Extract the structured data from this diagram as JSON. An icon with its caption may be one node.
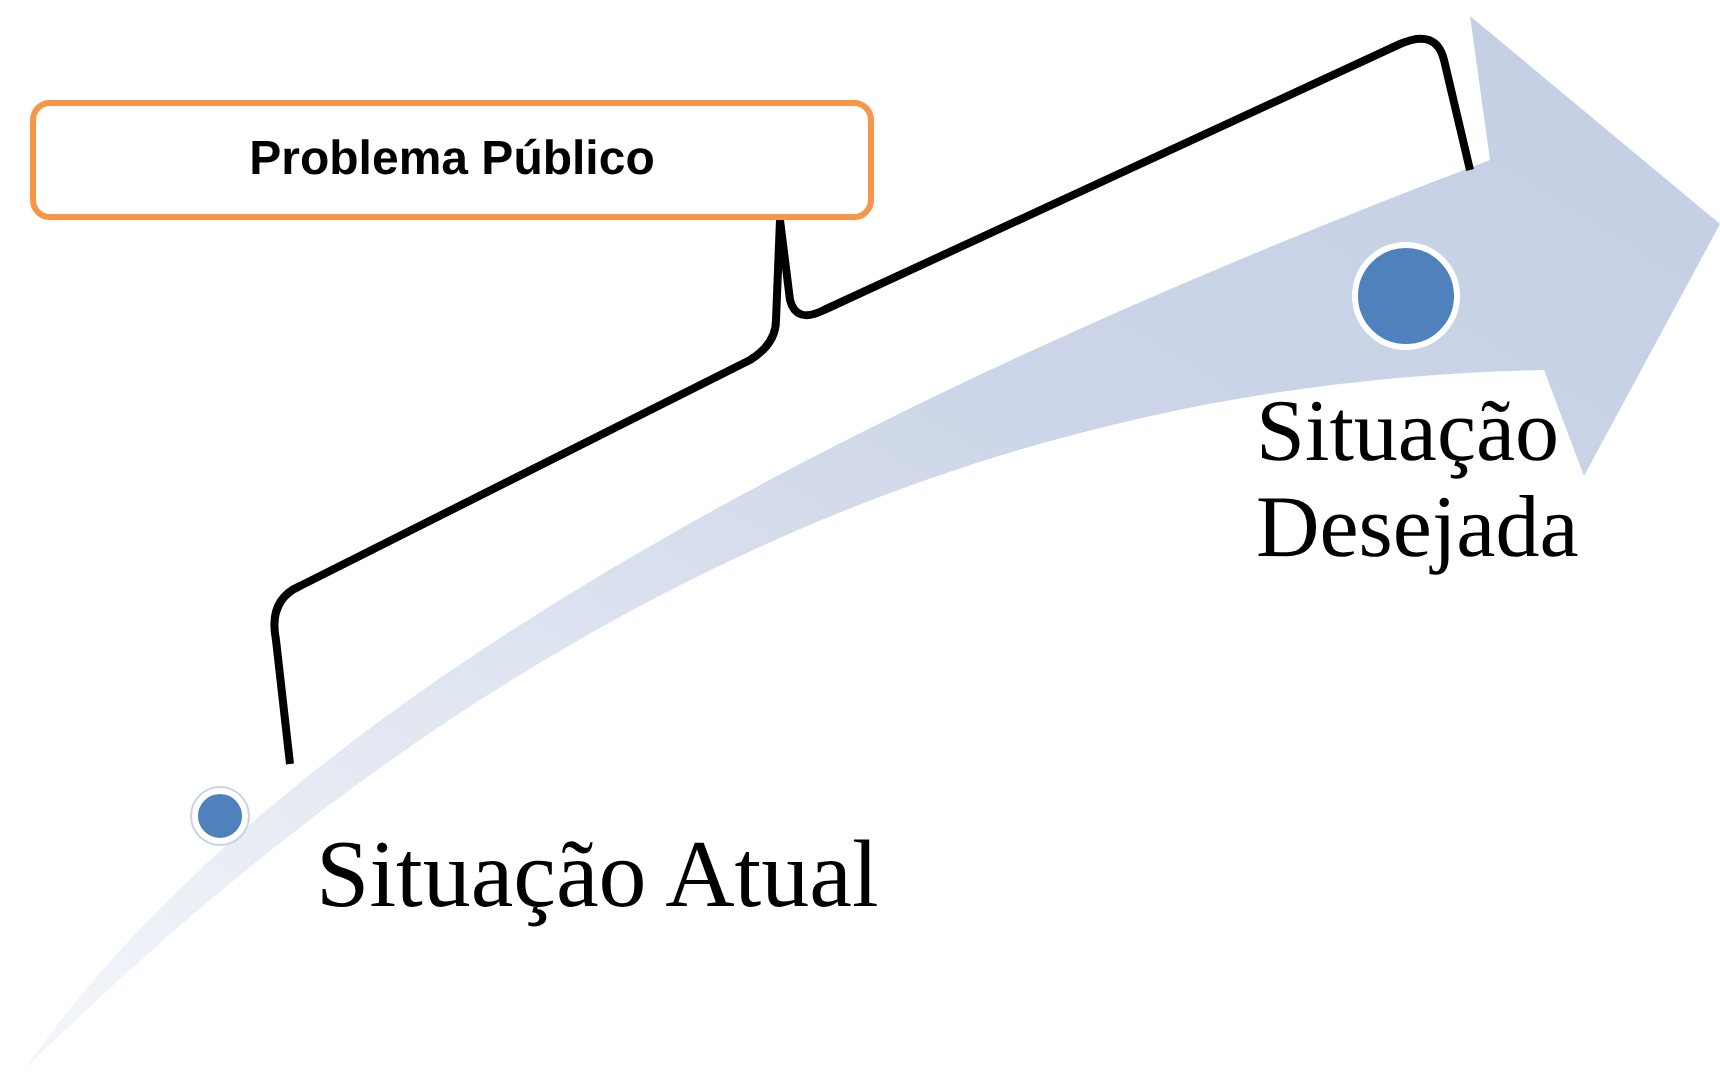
{
  "diagram": {
    "nodes": [
      {
        "text": [
          "Problema Público"
        ]
      },
      {
        "text": [],
        "shape": "circle",
        "beside": [
          "Situação Atual"
        ]
      },
      {
        "text": [],
        "shape": "circle",
        "beside": [
          "Situação Desejada"
        ]
      }
    ]
  }
}
